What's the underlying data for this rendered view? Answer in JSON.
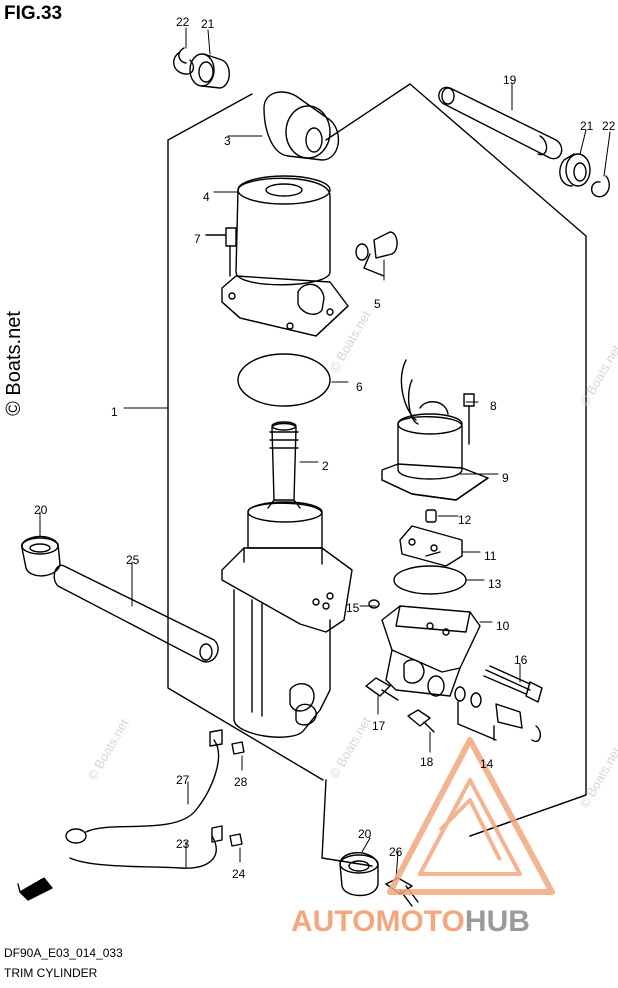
{
  "figure": {
    "title": "FIG.33",
    "code": "DF90A_E03_014_033",
    "caption": "TRIM CYLINDER"
  },
  "watermarks": {
    "side": "© Boats.net",
    "faint": "© Boats.net"
  },
  "logo": {
    "part_a": "AUTOMOTO",
    "part_b": "HUB",
    "accent_color": "#f2a77f",
    "secondary_color": "#9a9a9a"
  },
  "direction_tag": "FWD",
  "callouts": [
    {
      "label": "22"
    },
    {
      "label": "21"
    },
    {
      "label": "3"
    },
    {
      "label": "19"
    },
    {
      "label": "21"
    },
    {
      "label": "22"
    },
    {
      "label": "4"
    },
    {
      "label": "7"
    },
    {
      "label": "5"
    },
    {
      "label": "6"
    },
    {
      "label": "1"
    },
    {
      "label": "8"
    },
    {
      "label": "2"
    },
    {
      "label": "9"
    },
    {
      "label": "12"
    },
    {
      "label": "20"
    },
    {
      "label": "11"
    },
    {
      "label": "25"
    },
    {
      "label": "13"
    },
    {
      "label": "15"
    },
    {
      "label": "10"
    },
    {
      "label": "16"
    },
    {
      "label": "17"
    },
    {
      "label": "18"
    },
    {
      "label": "14"
    },
    {
      "label": "27"
    },
    {
      "label": "28"
    },
    {
      "label": "20"
    },
    {
      "label": "23"
    },
    {
      "label": "26"
    },
    {
      "label": "24"
    }
  ]
}
